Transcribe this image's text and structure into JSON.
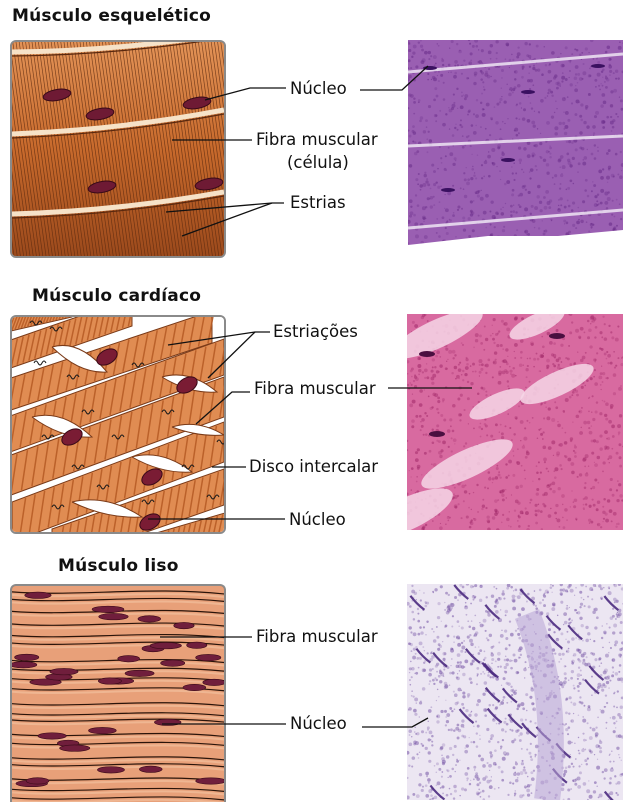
{
  "sections": [
    {
      "title": "Músculo esquelético",
      "labels": [
        "Núcleo",
        "Fibra muscular",
        "(célula)",
        "Estrias"
      ],
      "colors": {
        "fiber": "#c86a2c",
        "nucleus": "#6e1a34",
        "stain": "#8e4aa8"
      }
    },
    {
      "title": "Músculo cardíaco",
      "labels": [
        "Estriações",
        "Fibra muscular",
        "Disco intercalar",
        "Núcleo"
      ],
      "colors": {
        "fiber": "#e08c52",
        "nucleus": "#7a1c34",
        "stain": "#d66aa2"
      }
    },
    {
      "title": "Músculo liso",
      "labels": [
        "Fibra muscular",
        "Núcleo"
      ],
      "colors": {
        "fiber": "#e8a079",
        "nucleus": "#701e3c",
        "stain": "#9b7cc4"
      }
    }
  ]
}
